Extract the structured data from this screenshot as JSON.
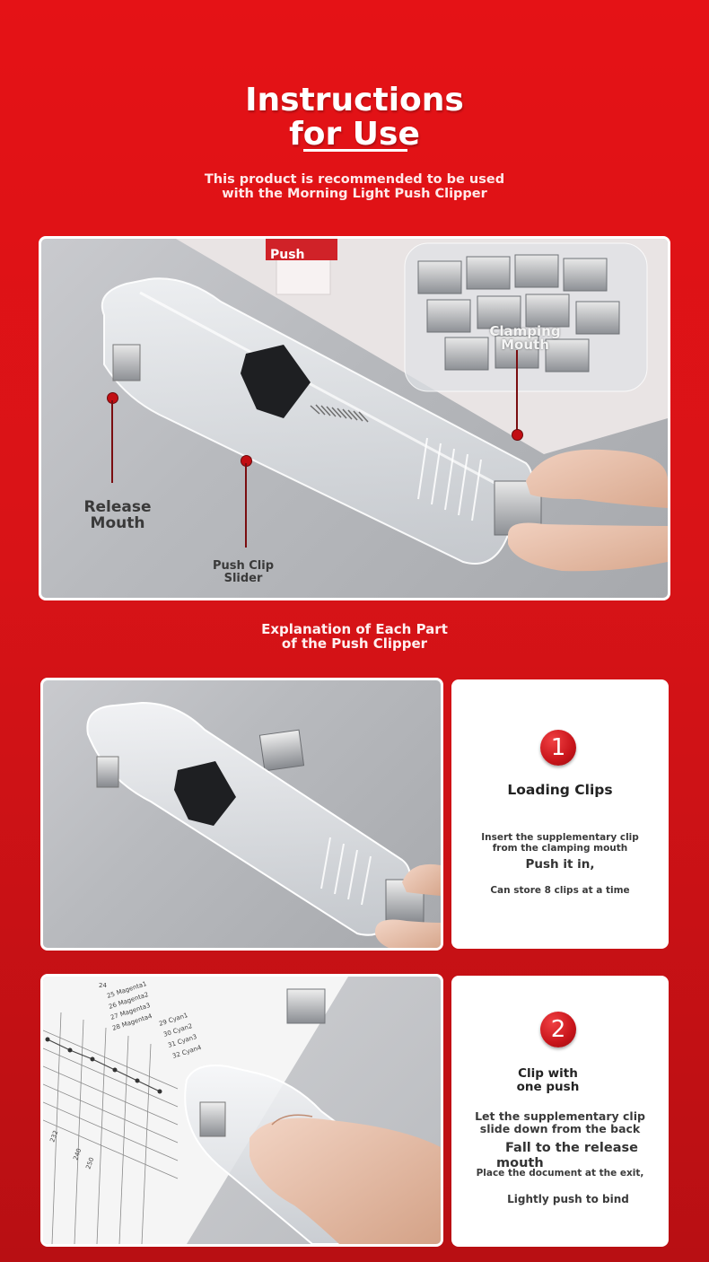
{
  "header": {
    "title_line1": "Instructions",
    "title_line2": "for Use",
    "subtitle_line1": "This product is recommended to be used",
    "subtitle_line2": "with the Morning Light Push Clipper"
  },
  "hero": {
    "package_label": "Push",
    "parts": {
      "clamping_mouth_line1": "Clamping",
      "clamping_mouth_line2": "Mouth",
      "release_mouth_line1": "Release",
      "release_mouth_line2": "Mouth",
      "push_clip_slider_line1": "Push Clip",
      "push_clip_slider_line2": "Slider"
    }
  },
  "section": {
    "caption_line1": "Explanation of Each Part",
    "caption_line2": "of the Push Clipper"
  },
  "steps": [
    {
      "number": "1",
      "title": "Loading Clips",
      "desc_line1": "Insert the supplementary clip",
      "desc_line2": "from the clamping mouth",
      "highlight": "Push it in,",
      "note": "Can store 8 clips at a time"
    },
    {
      "number": "2",
      "title_line1": "Clip with",
      "title_line2": "one push",
      "desc_line1": "Let the supplementary clip",
      "desc_line2": "slide down from the back",
      "highlight_line1": "Fall to the release",
      "highlight_line2": "mouth",
      "note_line1": "Place the document at the exit,",
      "note_line2": "Lightly push to bind"
    }
  ],
  "document_labels": [
    "24",
    "25 Magenta1",
    "26 Magenta2",
    "27 Magenta3",
    "28 Magenta4",
    "29 Cyan1",
    "30 Cyan2",
    "31 Cyan3",
    "32 Cyan4",
    "232",
    "240",
    "250"
  ],
  "colors": {
    "background": "#d81317",
    "accent_red": "#c20e13",
    "panel_border": "#ffffff"
  }
}
